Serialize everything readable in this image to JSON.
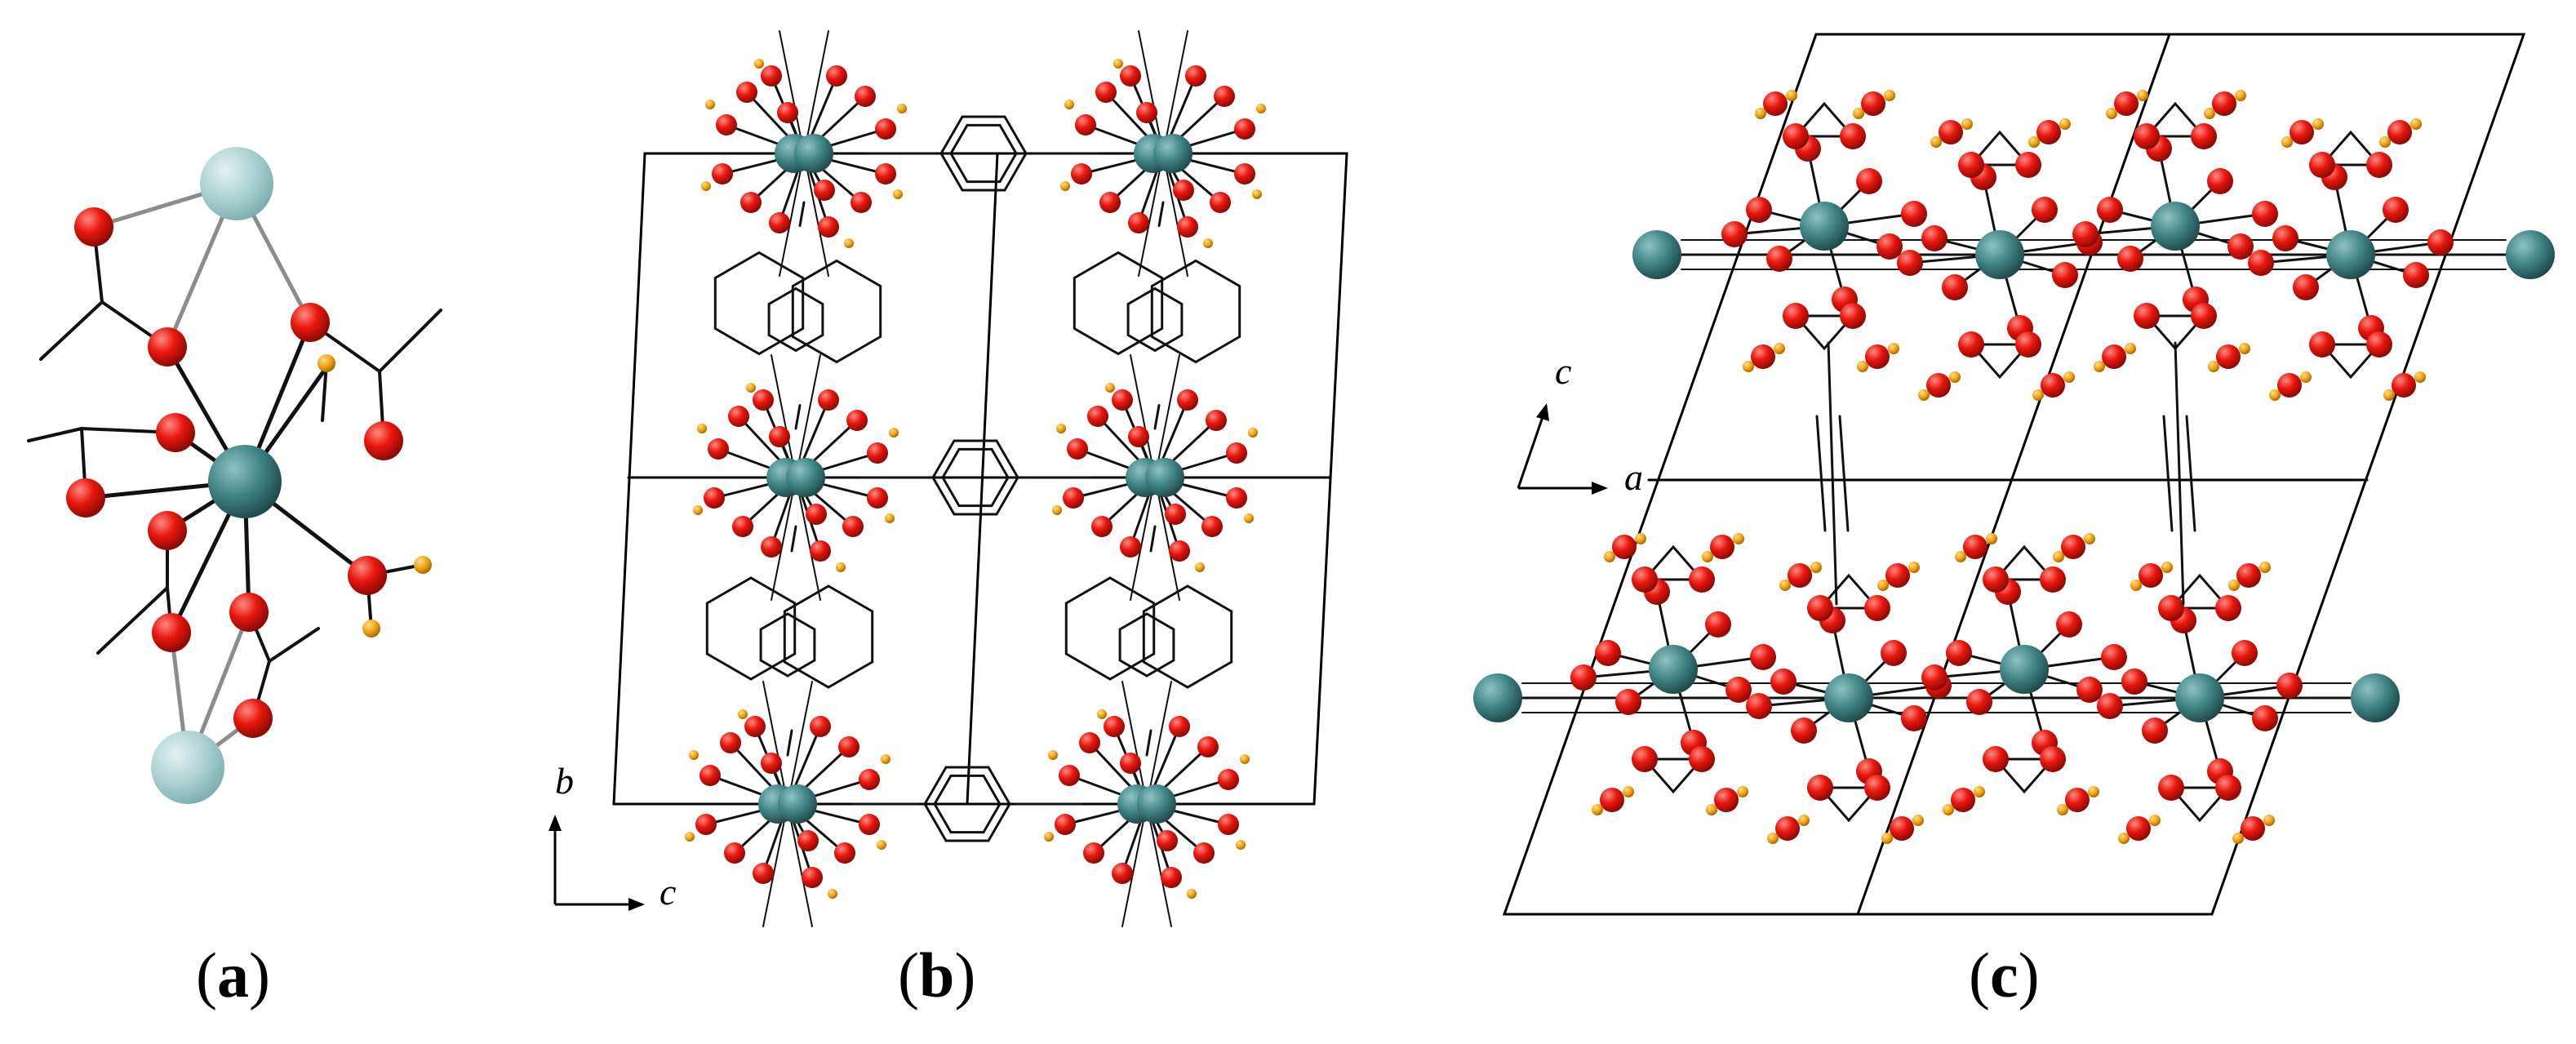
{
  "panels": [
    {
      "id": "a",
      "label_open": "(",
      "label_letter": "a",
      "label_close": ")"
    },
    {
      "id": "b",
      "label_open": "(",
      "label_letter": "b",
      "label_close": ")",
      "axes": {
        "vertical": "b",
        "horizontal": "c"
      }
    },
    {
      "id": "c",
      "label_open": "(",
      "label_letter": "c",
      "label_close": ")",
      "axes": {
        "vertical": "c",
        "horizontal": "a"
      }
    }
  ],
  "colors": {
    "metal": "#3f8385",
    "metal_light": "#a9d0d0",
    "oxygen": "#e8170e",
    "hydrogen": "#f0a010",
    "bond": "#111111",
    "faded_bond": "#8c8c8c",
    "cell": "#000000"
  },
  "atoms": {
    "metal": "metal-atom",
    "oxygen": "oxygen-atom",
    "hydrogen": "hydrogen-atom"
  }
}
